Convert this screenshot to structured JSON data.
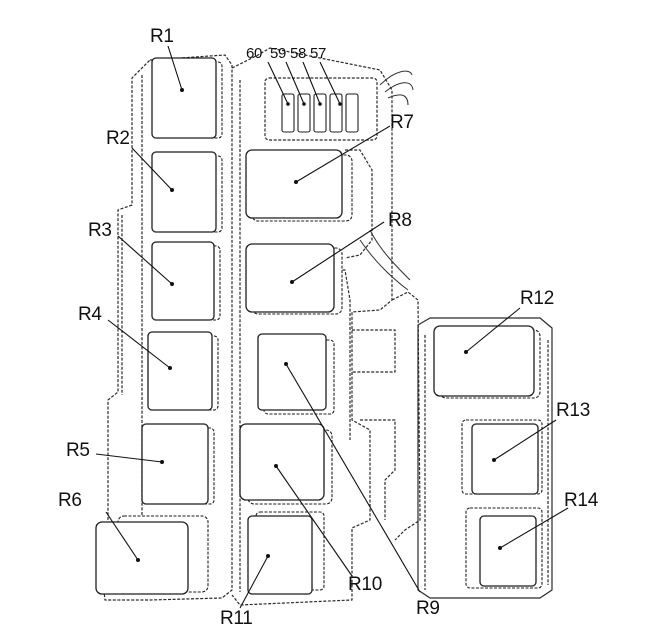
{
  "labels": {
    "R1": "R1",
    "R2": "R2",
    "R3": "R3",
    "R4": "R4",
    "R5": "R5",
    "R6": "R6",
    "R7": "R7",
    "R8": "R8",
    "R9": "R9",
    "R10": "R10",
    "R11": "R11",
    "R12": "R12",
    "R13": "R13",
    "R14": "R14",
    "F60": "60",
    "F59": "59",
    "F58": "58",
    "F57": "57"
  }
}
